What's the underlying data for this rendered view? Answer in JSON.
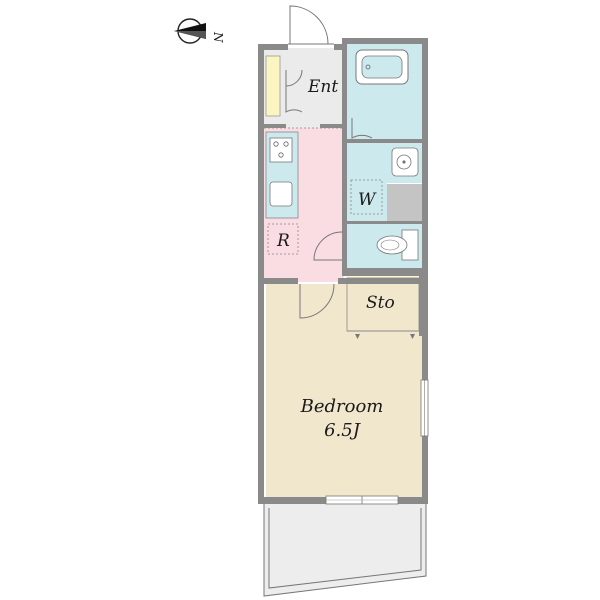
{
  "compass": {
    "label": "N",
    "icon": "north-arrow-icon"
  },
  "rooms": {
    "entrance": "Ent",
    "washroom": "W",
    "refrigerator": "R",
    "storage": "Sto",
    "bedroom_name": "Bedroom",
    "bedroom_size": "6.5J"
  },
  "colors": {
    "entrance": "#ebebeb",
    "kitchen": "#f9dde3",
    "wet_area": "#cce9ee",
    "storage": "#fbf7d2",
    "bedroom": "#f1e7cd",
    "balcony": "#ededed",
    "shoe_box": "#fbf5c2",
    "wall": "#8a8a8a"
  }
}
